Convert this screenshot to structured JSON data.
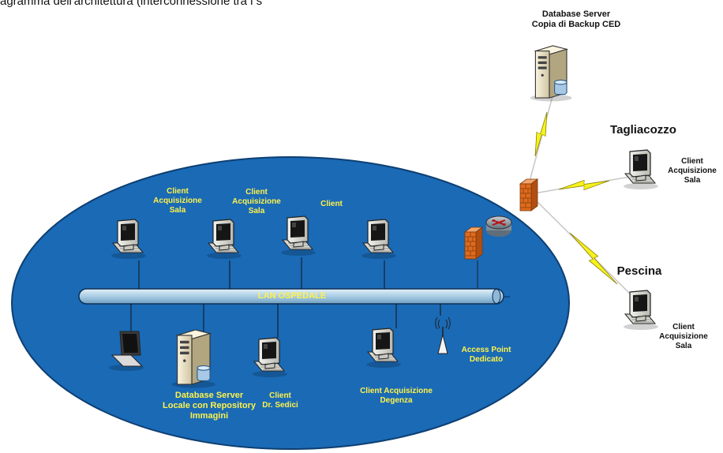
{
  "page": {
    "top_caption": "agramma dell'architettura (interconnessione tra i s",
    "colors": {
      "lan_area": "#1a6ab6",
      "lan_bus": "#b9d7ea",
      "lan_label": "#fff24a",
      "link_bolt": "#f5f21e",
      "firewall": "#e06a1c",
      "router": "#7e8d99"
    }
  },
  "remote": {
    "db_server": {
      "label_line1": "Database Server",
      "label_line2": "Copia di Backup CED",
      "icon": "server-icon"
    },
    "tagliacozzo": {
      "site_name": "Tagliacozzo",
      "client_label": "Client\nAcquisizione\nSala",
      "icon": "computer-icon"
    },
    "pescina": {
      "site_name": "Pescina",
      "client_label": "Client\nAcquisizione\nSala",
      "icon": "computer-icon"
    },
    "edge_firewall_icon": "firewall-icon",
    "router_icon": "router-icon"
  },
  "lan": {
    "bus_label": "LAN OSPEDALE",
    "top_nodes": [
      {
        "label": "Client\nAcquisizione\nSala",
        "icon": "computer-icon"
      },
      {
        "label": "Client\nAcquisizione\nSala",
        "icon": "computer-icon"
      },
      {
        "label": "Client",
        "icon": "computer-icon"
      },
      {
        "label": "",
        "icon": "computer-icon"
      },
      {
        "label": "",
        "icon": "firewall-icon"
      }
    ],
    "bottom_nodes": [
      {
        "label": "",
        "icon": "laptop-icon"
      },
      {
        "label": "Database Server\nLocale con Repository\nImmagini",
        "icon": "server-icon"
      },
      {
        "label": "Client\nDr. Sedici",
        "icon": "computer-icon"
      },
      {
        "label": "Client Acquisizione\nDegenza",
        "icon": "computer-icon"
      },
      {
        "label": "Access Point\nDedicato",
        "icon": "access-point-icon"
      }
    ]
  }
}
